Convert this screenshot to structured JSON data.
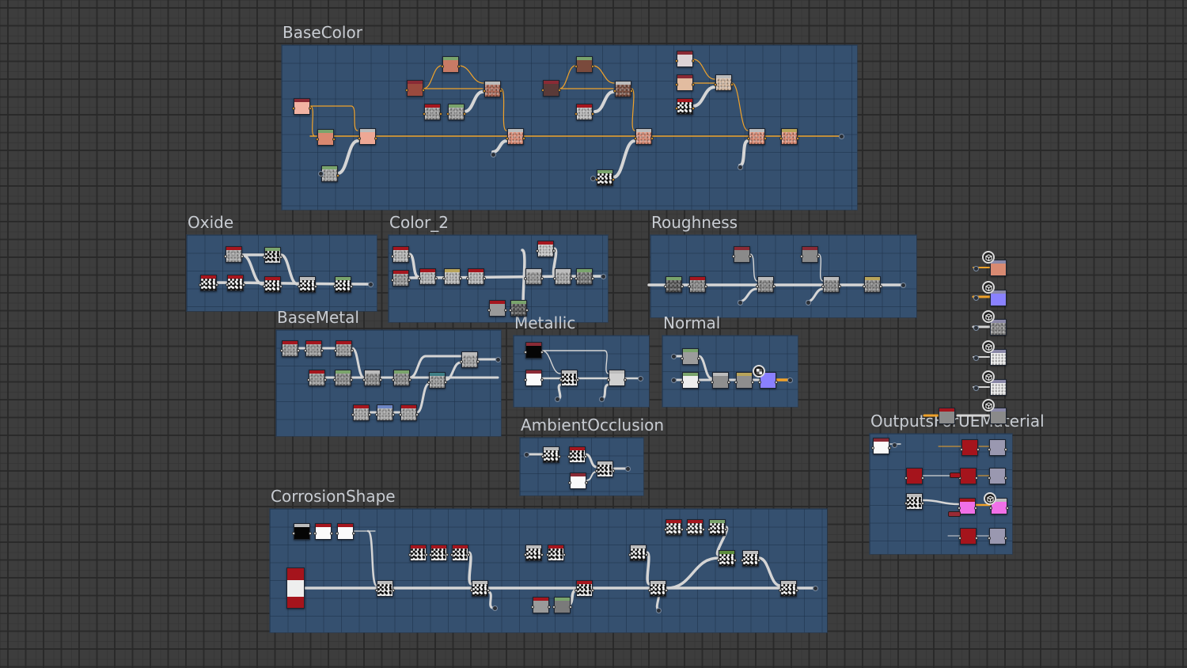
{
  "colors": {
    "canvas_bg": "#3d3d3d",
    "frame_bg": "#35506f",
    "wire_color": "#d5d5d5",
    "wire_color_orange": "#f0a22a",
    "bar_red": "#a5161e",
    "bar_darkred": "#8a2a35",
    "bar_green": "#7aa46c",
    "bar_gray": "#bcbcbc",
    "bar_olive": "#b8a45a",
    "bar_blue": "#6e86c4",
    "bar_teal": "#3f7f86",
    "bar_darkgreen": "#5c8c3c"
  },
  "frames": [
    {
      "id": "basecolor",
      "title": "BaseColor"
    },
    {
      "id": "oxide",
      "title": "Oxide"
    },
    {
      "id": "color2",
      "title": "Color_2"
    },
    {
      "id": "roughness",
      "title": "Roughness"
    },
    {
      "id": "basemetal",
      "title": "BaseMetal"
    },
    {
      "id": "metallic",
      "title": "Metallic"
    },
    {
      "id": "normal",
      "title": "Normal"
    },
    {
      "id": "ao",
      "title": "AmbientOcclusion"
    },
    {
      "id": "corrosion",
      "title": "CorrosionShape"
    },
    {
      "id": "outputs",
      "title": "OutputsForUEMaterial"
    }
  ],
  "output_previews": [
    {
      "name": "basecolor-output",
      "swatch": "#d88a72",
      "wire": "orange"
    },
    {
      "name": "normal-output",
      "swatch": "#8a82ff",
      "wire": "orange"
    },
    {
      "name": "roughness-output",
      "swatch": "#8a8a8a",
      "wire": "gray"
    },
    {
      "name": "metallic-output",
      "swatch": "#f0f0f0",
      "wire": "gray"
    },
    {
      "name": "ambientocclusion-output",
      "swatch": "#eeeeee",
      "wire": "gray"
    },
    {
      "name": "height-output",
      "swatch": "#8a8a8a",
      "wire": "gray"
    }
  ],
  "nodes": [
    {
      "f": "basecolor",
      "bar": "bar_darkred",
      "fill": "#f2b3a3",
      "tex": ""
    },
    {
      "f": "basecolor",
      "bar": "bar_green",
      "fill": "#d98870",
      "tex": ""
    },
    {
      "f": "basecolor",
      "bar": "bar_gray",
      "fill": "#eea895",
      "tex": ""
    },
    {
      "f": "basecolor",
      "bar": "bar_green",
      "fill": "#a8a8a8",
      "tex": "noise"
    },
    {
      "f": "basecolor",
      "bar": "bar_darkred",
      "fill": "#9a4a3e",
      "tex": ""
    },
    {
      "f": "basecolor",
      "bar": "bar_green",
      "fill": "#c87a65",
      "tex": ""
    },
    {
      "f": "basecolor",
      "bar": "bar_gray",
      "fill": "#b06a58",
      "tex": "noise"
    },
    {
      "f": "basecolor",
      "bar": "bar_red",
      "fill": "#a0a0a0",
      "tex": "noise"
    },
    {
      "f": "basecolor",
      "bar": "bar_green",
      "fill": "#a0a0a0",
      "tex": "noise"
    },
    {
      "f": "basecolor",
      "bar": "bar_gray",
      "fill": "#e0907a",
      "tex": "noise"
    },
    {
      "f": "basecolor",
      "bar": "bar_darkred",
      "fill": "#5a3a38",
      "tex": ""
    },
    {
      "f": "basecolor",
      "bar": "bar_green",
      "fill": "#7a4a3c",
      "tex": ""
    },
    {
      "f": "basecolor",
      "bar": "bar_gray",
      "fill": "#7a4e40",
      "tex": "noise"
    },
    {
      "f": "basecolor",
      "bar": "bar_red",
      "fill": "#bdbdbd",
      "tex": "noise"
    },
    {
      "f": "basecolor",
      "bar": "bar_gray",
      "fill": "#de8f78",
      "tex": "noise"
    },
    {
      "f": "basecolor",
      "bar": "bar_green",
      "fill": "#111111",
      "tex": "bw"
    },
    {
      "f": "basecolor",
      "bar": "bar_darkred",
      "fill": "#ddd4d6",
      "tex": ""
    },
    {
      "f": "basecolor",
      "bar": "bar_darkred",
      "fill": "#e2bca0",
      "tex": ""
    },
    {
      "f": "basecolor",
      "bar": "bar_red",
      "fill": "#111111",
      "tex": "bw"
    },
    {
      "f": "basecolor",
      "bar": "bar_gray",
      "fill": "#dcc0a8",
      "tex": "noise"
    },
    {
      "f": "basecolor",
      "bar": "bar_gray",
      "fill": "#e08f78",
      "tex": "noise"
    },
    {
      "f": "basecolor",
      "bar": "bar_olive",
      "fill": "#e08f78",
      "tex": "noise"
    },
    {
      "f": "oxide",
      "bar": "bar_red",
      "fill": "#a9a9a9",
      "tex": "noise"
    },
    {
      "f": "oxide",
      "bar": "bar_green",
      "fill": "#dddddd",
      "tex": "wb"
    },
    {
      "f": "oxide",
      "bar": "bar_red",
      "fill": "#111111",
      "tex": "bw"
    },
    {
      "f": "oxide",
      "bar": "bar_red",
      "fill": "#111111",
      "tex": "bw"
    },
    {
      "f": "oxide",
      "bar": "bar_red",
      "fill": "#111111",
      "tex": "bw"
    },
    {
      "f": "oxide",
      "bar": "bar_gray",
      "fill": "#0d0d0d",
      "tex": "bw"
    },
    {
      "f": "oxide",
      "bar": "bar_green",
      "fill": "#0d0d0d",
      "tex": "bw"
    },
    {
      "f": "color2",
      "bar": "bar_red",
      "fill": "#bbbbbb",
      "tex": "noise"
    },
    {
      "f": "color2",
      "bar": "bar_red",
      "fill": "#9a9a9a",
      "tex": "noise"
    },
    {
      "f": "color2",
      "bar": "bar_red",
      "fill": "#bbbbbb",
      "tex": "noise"
    },
    {
      "f": "color2",
      "bar": "bar_olive",
      "fill": "#bbbbbb",
      "tex": "noise"
    },
    {
      "f": "color2",
      "bar": "bar_red",
      "fill": "#bbbbbb",
      "tex": "noise"
    },
    {
      "f": "color2",
      "bar": "bar_gray",
      "fill": "#999999",
      "tex": "noise"
    },
    {
      "f": "color2",
      "bar": "bar_red",
      "fill": "#cccccc",
      "tex": "noise"
    },
    {
      "f": "color2",
      "bar": "bar_gray",
      "fill": "#aaaaaa",
      "tex": "noise"
    },
    {
      "f": "color2",
      "bar": "bar_green",
      "fill": "#777777",
      "tex": "noise"
    },
    {
      "f": "color2",
      "bar": "bar_red",
      "fill": "#9a9a9a",
      "tex": ""
    },
    {
      "f": "color2",
      "bar": "bar_green",
      "fill": "#555555",
      "tex": "noise"
    },
    {
      "f": "roughness",
      "bar": "bar_green",
      "fill": "#555555",
      "tex": "noise"
    },
    {
      "f": "roughness",
      "bar": "bar_red",
      "fill": "#8a8a8a",
      "tex": "noise"
    },
    {
      "f": "roughness",
      "bar": "bar_darkred",
      "fill": "#8a8a8a",
      "tex": ""
    },
    {
      "f": "roughness",
      "bar": "bar_gray",
      "fill": "#8a8a8a",
      "tex": "noise"
    },
    {
      "f": "roughness",
      "bar": "bar_darkred",
      "fill": "#8a8a8a",
      "tex": ""
    },
    {
      "f": "roughness",
      "bar": "bar_gray",
      "fill": "#8a8a8a",
      "tex": "noise"
    },
    {
      "f": "roughness",
      "bar": "bar_olive",
      "fill": "#8a8a8a",
      "tex": "noise"
    },
    {
      "f": "basemetal",
      "bar": "bar_red",
      "fill": "#9d9d9d",
      "tex": "noise"
    },
    {
      "f": "basemetal",
      "bar": "bar_red",
      "fill": "#9d9d9d",
      "tex": "noise"
    },
    {
      "f": "basemetal",
      "bar": "bar_red",
      "fill": "#9d9d9d",
      "tex": "noise"
    },
    {
      "f": "basemetal",
      "bar": "bar_red",
      "fill": "#9d9d9d",
      "tex": "noise"
    },
    {
      "f": "basemetal",
      "bar": "bar_green",
      "fill": "#8d8d8d",
      "tex": "noise"
    },
    {
      "f": "basemetal",
      "bar": "bar_gray",
      "fill": "#8d8d8d",
      "tex": "noise"
    },
    {
      "f": "basemetal",
      "bar": "bar_green",
      "fill": "#8d8d8d",
      "tex": "noise"
    },
    {
      "f": "basemetal",
      "bar": "bar_teal",
      "fill": "#9d9d9d",
      "tex": "noise"
    },
    {
      "f": "basemetal",
      "bar": "bar_gray",
      "fill": "#a5a5a5",
      "tex": "noise"
    },
    {
      "f": "basemetal",
      "bar": "bar_red",
      "fill": "#aaaaaa",
      "tex": "noise"
    },
    {
      "f": "basemetal",
      "bar": "bar_blue",
      "fill": "#aaaaaa",
      "tex": "noise"
    },
    {
      "f": "basemetal",
      "bar": "bar_red",
      "fill": "#aaaaaa",
      "tex": "noise"
    },
    {
      "f": "metallic",
      "bar": "bar_darkred",
      "fill": "#050505",
      "tex": ""
    },
    {
      "f": "metallic",
      "bar": "bar_darkred",
      "fill": "#fafafa",
      "tex": ""
    },
    {
      "f": "metallic",
      "bar": "bar_gray",
      "fill": "#f0f0f0",
      "tex": "wb"
    },
    {
      "f": "metallic",
      "bar": "bar_gray",
      "fill": "#d0d0d0",
      "tex": ""
    },
    {
      "f": "normal",
      "bar": "bar_green",
      "fill": "#9c9c9c",
      "tex": ""
    },
    {
      "f": "normal",
      "bar": "bar_green",
      "fill": "#eeeeee",
      "tex": ""
    },
    {
      "f": "normal",
      "bar": "bar_gray",
      "fill": "#8e8e8e",
      "tex": ""
    },
    {
      "f": "normal",
      "bar": "bar_olive",
      "fill": "#8e8e8e",
      "tex": ""
    },
    {
      "f": "normal",
      "bar": "",
      "fill": "#8a80ff",
      "tex": ""
    },
    {
      "f": "ao",
      "bar": "bar_gray",
      "fill": "#111111",
      "tex": "bw"
    },
    {
      "f": "ao",
      "bar": "bar_red",
      "fill": "#f2f2f2",
      "tex": "wb"
    },
    {
      "f": "ao",
      "bar": "bar_darkred",
      "fill": "#fafafa",
      "tex": ""
    },
    {
      "f": "ao",
      "bar": "bar_gray",
      "fill": "#eeeeee",
      "tex": "wb"
    },
    {
      "f": "corrosion",
      "bar": "bar_gray",
      "fill": "#050505",
      "tex": ""
    },
    {
      "f": "corrosion",
      "bar": "bar_red",
      "fill": "#fafafa",
      "tex": ""
    },
    {
      "f": "corrosion",
      "bar": "bar_red",
      "fill": "#fafafa",
      "tex": ""
    },
    {
      "f": "corrosion",
      "bar": "bar_gray",
      "fill": "#eeeeee",
      "tex": "wb"
    },
    {
      "f": "corrosion",
      "bar": "bar_red",
      "fill": "#eeeeee",
      "tex": "wb"
    },
    {
      "f": "corrosion",
      "bar": "bar_red",
      "fill": "#eeeeee",
      "tex": "wb"
    },
    {
      "f": "corrosion",
      "bar": "bar_red",
      "fill": "#eeeeee",
      "tex": "wb"
    },
    {
      "f": "corrosion",
      "bar": "bar_gray",
      "fill": "#111111",
      "tex": "bw"
    },
    {
      "f": "corrosion",
      "bar": "bar_red",
      "fill": "#9a9a9a",
      "tex": ""
    },
    {
      "f": "corrosion",
      "bar": "bar_green",
      "fill": "#7a7a7a",
      "tex": ""
    },
    {
      "f": "corrosion",
      "bar": "bar_gray",
      "fill": "#111111",
      "tex": "bw"
    },
    {
      "f": "corrosion",
      "bar": "bar_red",
      "fill": "#eeeeee",
      "tex": "wb"
    },
    {
      "f": "corrosion",
      "bar": "bar_red",
      "fill": "#eeeeee",
      "tex": "wb"
    },
    {
      "f": "corrosion",
      "bar": "bar_gray",
      "fill": "#111111",
      "tex": "bw"
    },
    {
      "f": "corrosion",
      "bar": "bar_red",
      "fill": "#222222",
      "tex": "bw"
    },
    {
      "f": "corrosion",
      "bar": "bar_red",
      "fill": "#222222",
      "tex": "bw"
    },
    {
      "f": "corrosion",
      "bar": "bar_green",
      "fill": "#111111",
      "tex": "bw"
    },
    {
      "f": "corrosion",
      "bar": "bar_gray",
      "fill": "#111111",
      "tex": "bw"
    },
    {
      "f": "corrosion",
      "bar": "bar_darkgreen",
      "fill": "#111111",
      "tex": "bw"
    },
    {
      "f": "corrosion",
      "bar": "bar_gray",
      "fill": "#111111",
      "tex": "bw"
    },
    {
      "f": "outputs",
      "bar": "bar_darkred",
      "fill": "#fafafa",
      "tex": ""
    },
    {
      "f": "outputs",
      "bar": "",
      "fill": "#a5141c",
      "tex": ""
    },
    {
      "f": "outputs",
      "bar": "",
      "fill": "#9a98b0",
      "tex": ""
    },
    {
      "f": "outputs",
      "bar": "",
      "fill": "#a5141c",
      "tex": ""
    },
    {
      "f": "outputs",
      "bar": "",
      "fill": "#a5141c",
      "tex": ""
    },
    {
      "f": "outputs",
      "bar": "",
      "fill": "#9a98b0",
      "tex": ""
    },
    {
      "f": "outputs",
      "bar": "bar_gray",
      "fill": "#eeeeee",
      "tex": "wb"
    },
    {
      "f": "outputs",
      "bar": "bar_red",
      "fill": "#f070e8",
      "tex": ""
    },
    {
      "f": "outputs",
      "bar": "bar_gray",
      "fill": "#f070e8",
      "tex": ""
    },
    {
      "f": "outputs",
      "bar": "",
      "fill": "#a5141c",
      "tex": ""
    },
    {
      "f": "outputs",
      "bar": "",
      "fill": "#9a98b0",
      "tex": ""
    }
  ]
}
